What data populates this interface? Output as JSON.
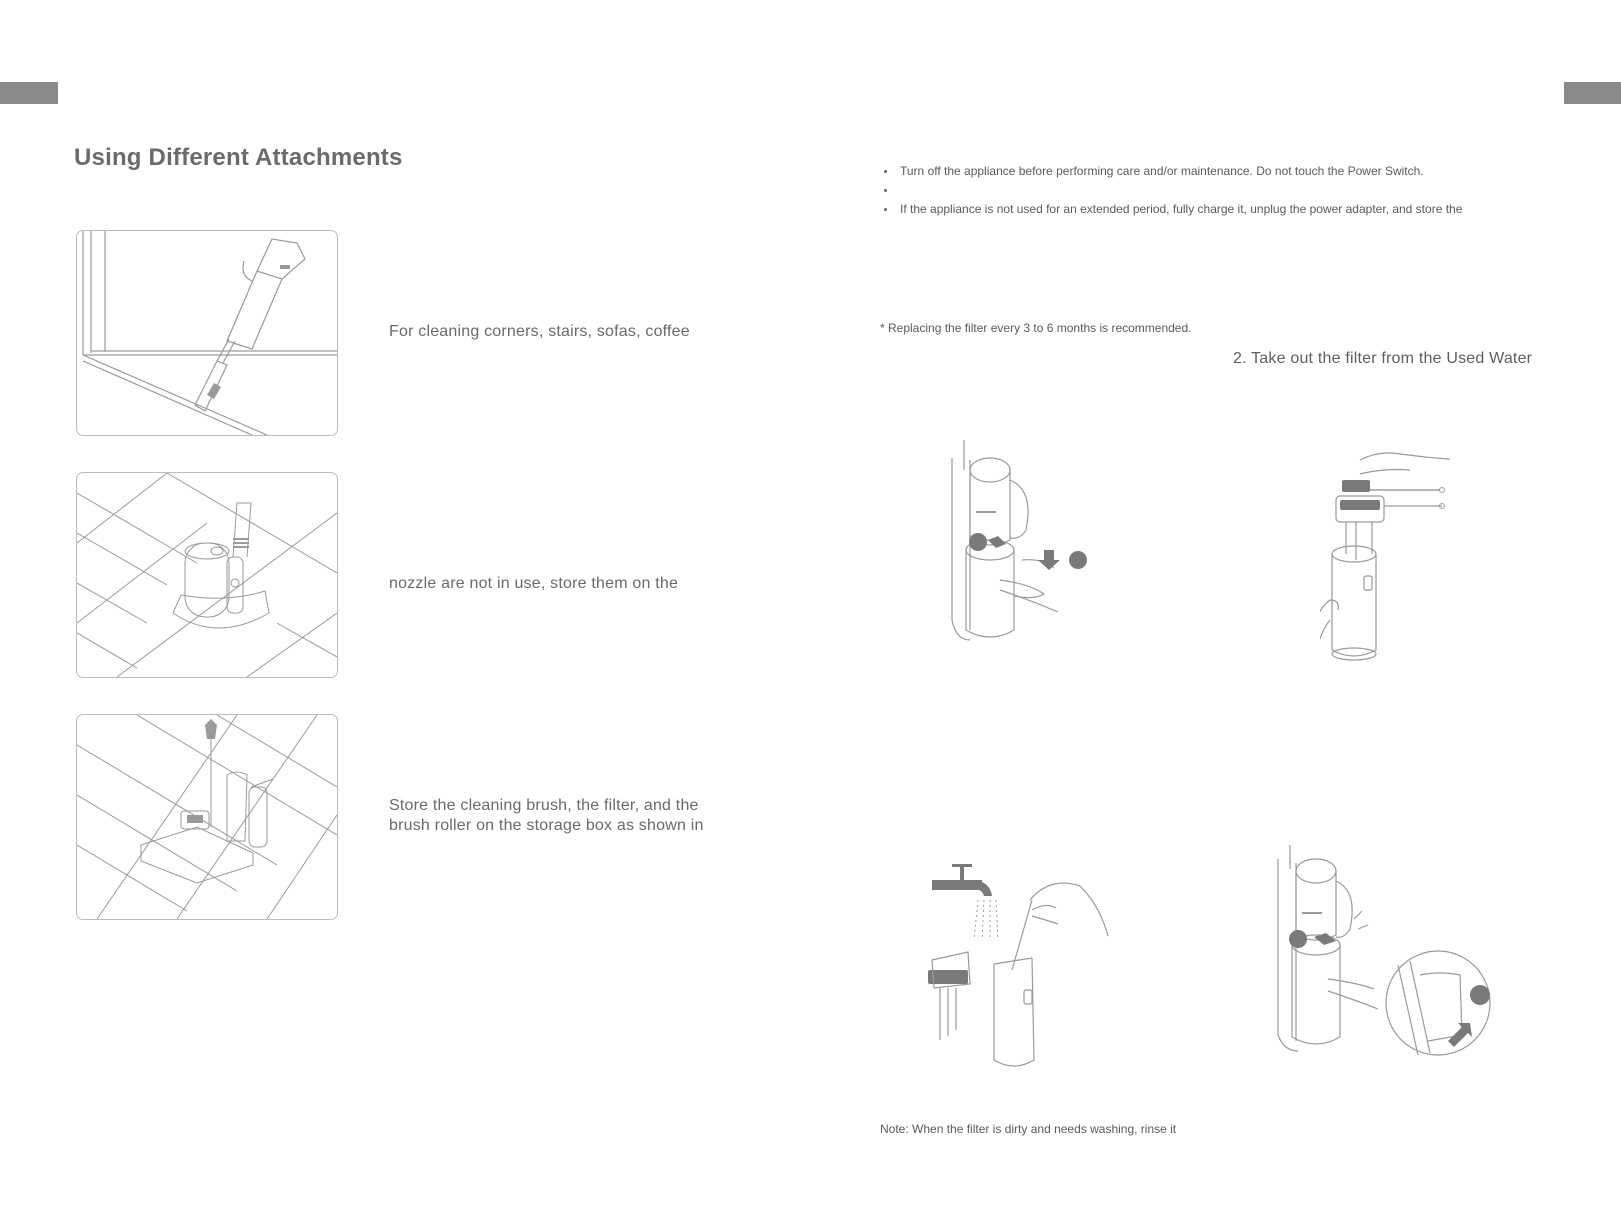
{
  "header": {
    "title": "Using Different Attachments"
  },
  "attachments": [
    {
      "text": "For cleaning corners, stairs, sofas, coffee"
    },
    {
      "text": "nozzle are not in use, store them on the"
    },
    {
      "text": "Store the cleaning brush, the filter, and the\nbrush roller on the storage box as shown in"
    }
  ],
  "maintenance": {
    "bullets": [
      "Turn off the appliance before performing care and/or maintenance. Do not touch the Power Switch.",
      "",
      "If the appliance is not used for an extended period, fully charge it, unplug the power adapter, and store the"
    ],
    "filter_note": "* Replacing the filter every 3 to 6 months is recommended.",
    "step_2": "2. Take out the filter from the Used Water",
    "wash_note": "Note: When the filter is dirty and needs washing, rinse it"
  },
  "icons": {
    "illustration_1": "handheld-vacuum-crevice-icon",
    "illustration_2": "charging-base-icon",
    "illustration_3": "storage-box-icon",
    "illustration_4": "remove-water-tank-icon",
    "illustration_5": "pull-filter-icon",
    "illustration_6": "rinse-filter-icon",
    "illustration_7": "reinstall-tank-icon"
  },
  "colors": {
    "tab": "#8a8a8a",
    "title": "#6b6b6b",
    "line_art": "#9a9a9a",
    "marker": "#7a7a7a"
  }
}
